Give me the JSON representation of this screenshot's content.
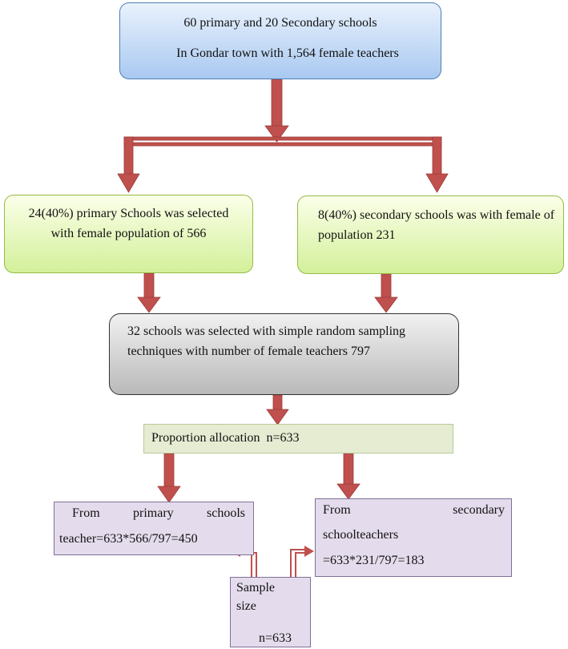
{
  "nodes": {
    "population": {
      "line1": "60 primary and 20 Secondary schools",
      "line2": "In Gondar town with 1,564 female teachers"
    },
    "primary_selection": {
      "text": "24(40%) primary Schools was selected with female population of 566"
    },
    "secondary_selection": {
      "text": "8(40%) secondary schools was with female of population 231"
    },
    "combined": {
      "text": "32 schools was selected with simple random sampling techniques with number of female teachers 797"
    },
    "proportion": {
      "text": "Proportion allocation  n=633"
    },
    "primary_calc": {
      "word1": "From",
      "word2": "primary",
      "word3": "schools",
      "line2": "teacher=633*566/797=450"
    },
    "secondary_calc": {
      "word1": "From",
      "word2": "secondary",
      "line2": "schoolteachers",
      "line3": "=633*231/797=183"
    },
    "sample_size": {
      "line1": "Sample",
      "line2": "size",
      "line3": "n=633"
    }
  },
  "colors": {
    "arrow": "#c0504d",
    "blue_fill": "#a9c9f1",
    "green_fill": "#d3f09a",
    "gray_fill": "#b9b9b9",
    "olive_fill": "#e5ecd2",
    "lavender_fill": "#e4dcec"
  }
}
